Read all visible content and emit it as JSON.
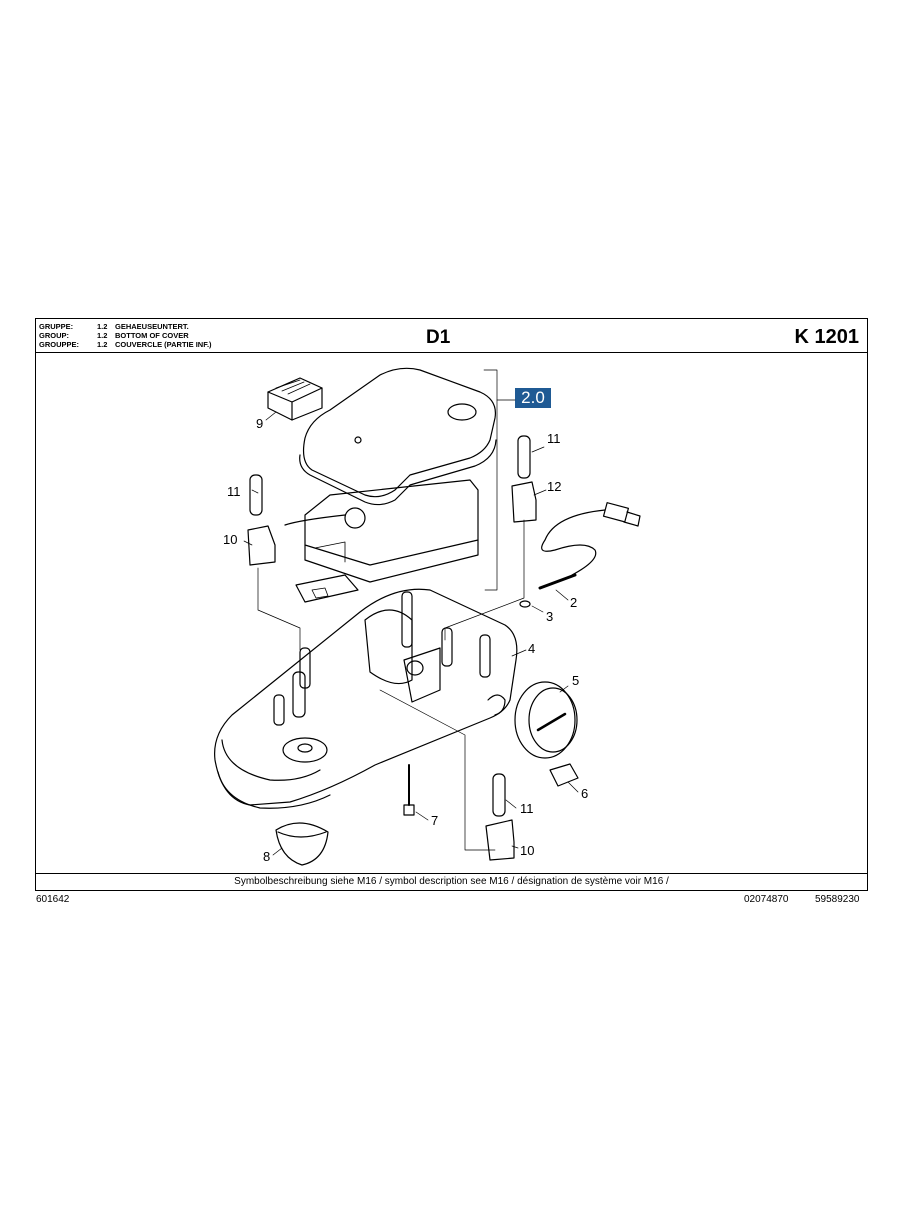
{
  "header": {
    "rows": [
      {
        "key": "GRUPPE:",
        "num": "1.2",
        "text": "GEHAEUSEUNTERT."
      },
      {
        "key": "GROUP:",
        "num": "1.2",
        "text": "BOTTOM OF COVER"
      },
      {
        "key": "GROUPPE:",
        "num": "1.2",
        "text": "COUVERCLE (PARTIE INF.)"
      }
    ],
    "sheet_id": "D1",
    "model": "K 1201"
  },
  "badge": "2.0",
  "callouts": [
    "9",
    "11",
    "10",
    "11",
    "12",
    "2",
    "3",
    "4",
    "5",
    "6",
    "7",
    "11",
    "10",
    "8"
  ],
  "footer_note": "Symbolbeschreibung siehe M16 / symbol description see M16 / désignation de système voir M16 /",
  "bottom": {
    "left": "601642",
    "mid": "02074870",
    "right": "59589230"
  }
}
